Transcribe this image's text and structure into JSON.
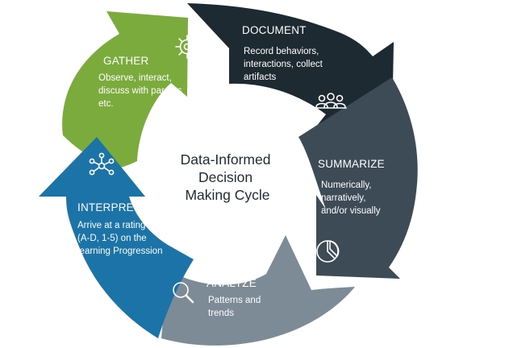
{
  "center": {
    "lines": [
      "Data-Informed",
      "Decision",
      "Making Cycle"
    ]
  },
  "segments": [
    {
      "id": "gather",
      "title": "GATHER",
      "body": [
        "Observe, interact,",
        "discuss with parents",
        "etc."
      ],
      "color": "#7bab3d",
      "icon": "gear-icon"
    },
    {
      "id": "document",
      "title": "DOCUMENT",
      "body": [
        "Record behaviors,",
        "interactions, collect",
        "artifacts"
      ],
      "color": "#1e2a32",
      "icon": "people-icon"
    },
    {
      "id": "summarize",
      "title": "SUMMARIZE",
      "body": [
        "Numerically,",
        "narratively,",
        "and/or visually"
      ],
      "color": "#3d4b57",
      "icon": "pie-chart-icon"
    },
    {
      "id": "analyze",
      "title": "ANALYZE",
      "body": [
        "Patterns and",
        "trends"
      ],
      "color": "#7d8b97",
      "icon": "magnifier-icon"
    },
    {
      "id": "interpret",
      "title": "INTERPRET",
      "body": [
        "Arrive at a rating",
        "(A-D, 1-5) on the",
        "learning Progression"
      ],
      "color": "#1b73a8",
      "icon": "network-icon"
    }
  ]
}
